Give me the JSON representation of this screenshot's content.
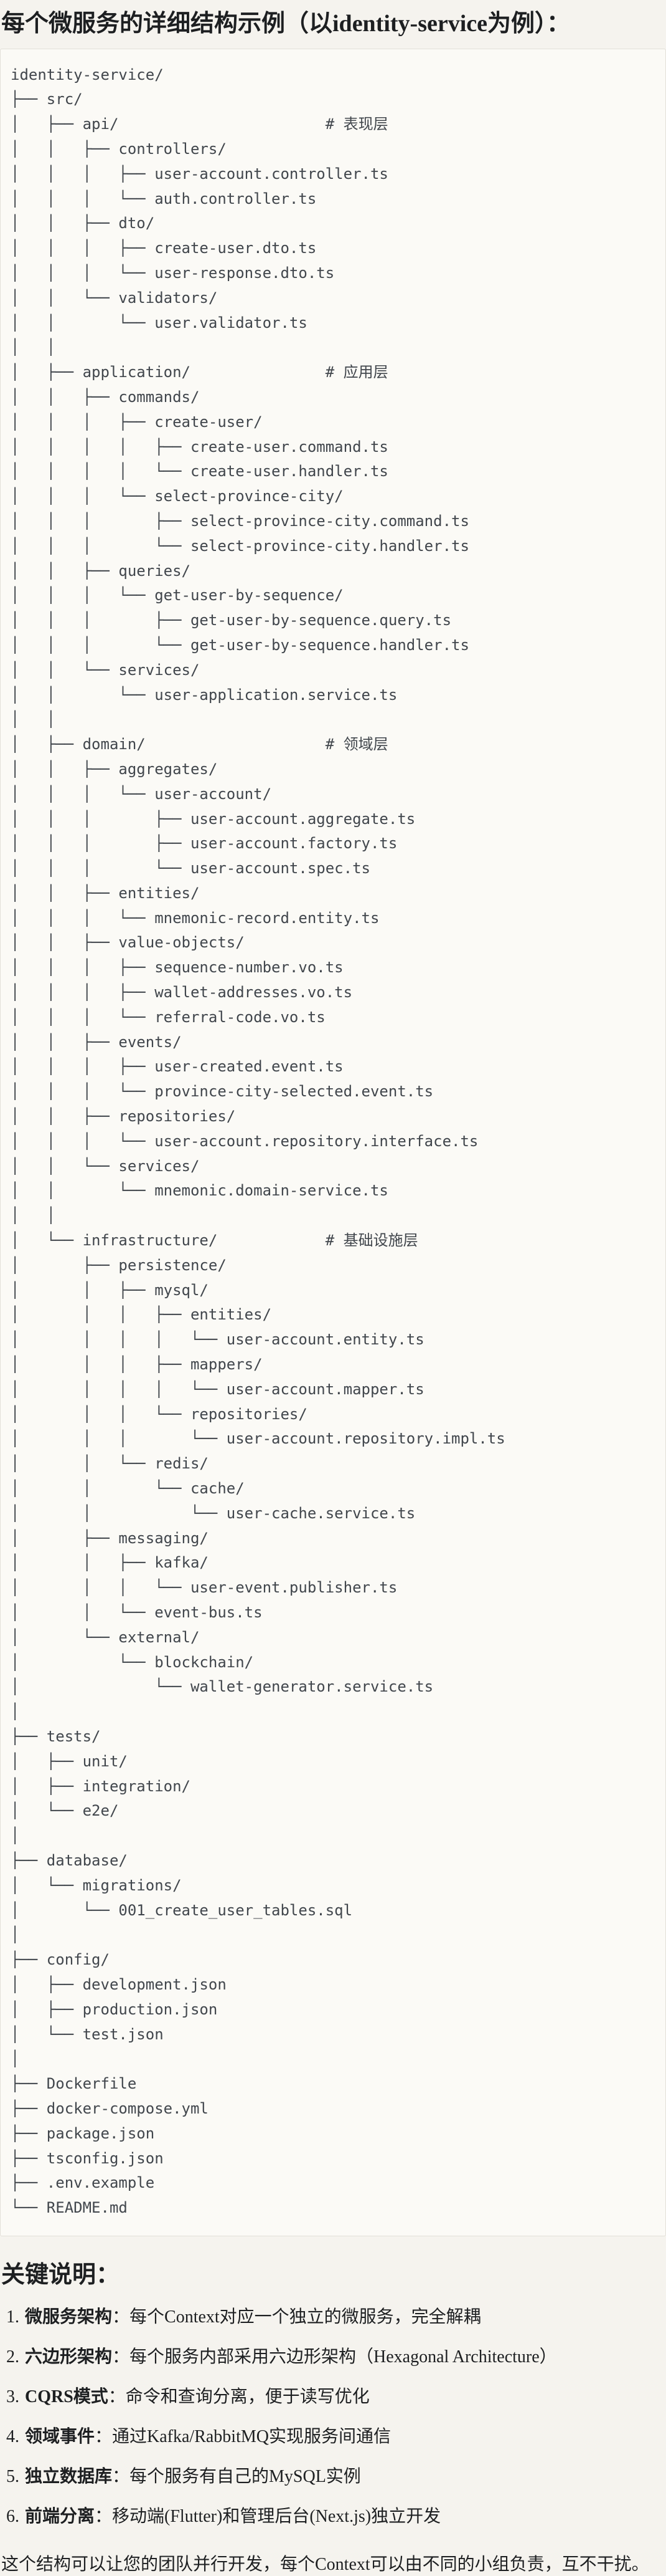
{
  "page": {
    "title": "每个微服务的详细结构示例（以identity-service为例）："
  },
  "code_block": {
    "comment_col": 35,
    "lines": [
      {
        "t": "identity-service/"
      },
      {
        "t": "├── src/"
      },
      {
        "t": "│   ├── api/",
        "c": "# 表现层"
      },
      {
        "t": "│   │   ├── controllers/"
      },
      {
        "t": "│   │   │   ├── user-account.controller.ts"
      },
      {
        "t": "│   │   │   └── auth.controller.ts"
      },
      {
        "t": "│   │   ├── dto/"
      },
      {
        "t": "│   │   │   ├── create-user.dto.ts"
      },
      {
        "t": "│   │   │   └── user-response.dto.ts"
      },
      {
        "t": "│   │   └── validators/"
      },
      {
        "t": "│   │       └── user.validator.ts"
      },
      {
        "t": "│   │"
      },
      {
        "t": "│   ├── application/",
        "c": "# 应用层"
      },
      {
        "t": "│   │   ├── commands/"
      },
      {
        "t": "│   │   │   ├── create-user/"
      },
      {
        "t": "│   │   │   │   ├── create-user.command.ts"
      },
      {
        "t": "│   │   │   │   └── create-user.handler.ts"
      },
      {
        "t": "│   │   │   └── select-province-city/"
      },
      {
        "t": "│   │   │       ├── select-province-city.command.ts"
      },
      {
        "t": "│   │   │       └── select-province-city.handler.ts"
      },
      {
        "t": "│   │   ├── queries/"
      },
      {
        "t": "│   │   │   └── get-user-by-sequence/"
      },
      {
        "t": "│   │   │       ├── get-user-by-sequence.query.ts"
      },
      {
        "t": "│   │   │       └── get-user-by-sequence.handler.ts"
      },
      {
        "t": "│   │   └── services/"
      },
      {
        "t": "│   │       └── user-application.service.ts"
      },
      {
        "t": "│   │"
      },
      {
        "t": "│   ├── domain/",
        "c": "# 领域层"
      },
      {
        "t": "│   │   ├── aggregates/"
      },
      {
        "t": "│   │   │   └── user-account/"
      },
      {
        "t": "│   │   │       ├── user-account.aggregate.ts"
      },
      {
        "t": "│   │   │       ├── user-account.factory.ts"
      },
      {
        "t": "│   │   │       └── user-account.spec.ts"
      },
      {
        "t": "│   │   ├── entities/"
      },
      {
        "t": "│   │   │   └── mnemonic-record.entity.ts"
      },
      {
        "t": "│   │   ├── value-objects/"
      },
      {
        "t": "│   │   │   ├── sequence-number.vo.ts"
      },
      {
        "t": "│   │   │   ├── wallet-addresses.vo.ts"
      },
      {
        "t": "│   │   │   └── referral-code.vo.ts"
      },
      {
        "t": "│   │   ├── events/"
      },
      {
        "t": "│   │   │   ├── user-created.event.ts"
      },
      {
        "t": "│   │   │   └── province-city-selected.event.ts"
      },
      {
        "t": "│   │   ├── repositories/"
      },
      {
        "t": "│   │   │   └── user-account.repository.interface.ts"
      },
      {
        "t": "│   │   └── services/"
      },
      {
        "t": "│   │       └── mnemonic.domain-service.ts"
      },
      {
        "t": "│   │"
      },
      {
        "t": "│   └── infrastructure/",
        "c": "# 基础设施层"
      },
      {
        "t": "│       ├── persistence/"
      },
      {
        "t": "│       │   ├── mysql/"
      },
      {
        "t": "│       │   │   ├── entities/"
      },
      {
        "t": "│       │   │   │   └── user-account.entity.ts"
      },
      {
        "t": "│       │   │   ├── mappers/"
      },
      {
        "t": "│       │   │   │   └── user-account.mapper.ts"
      },
      {
        "t": "│       │   │   └── repositories/"
      },
      {
        "t": "│       │   │       └── user-account.repository.impl.ts"
      },
      {
        "t": "│       │   └── redis/"
      },
      {
        "t": "│       │       └── cache/"
      },
      {
        "t": "│       │           └── user-cache.service.ts"
      },
      {
        "t": "│       ├── messaging/"
      },
      {
        "t": "│       │   ├── kafka/"
      },
      {
        "t": "│       │   │   └── user-event.publisher.ts"
      },
      {
        "t": "│       │   └── event-bus.ts"
      },
      {
        "t": "│       └── external/"
      },
      {
        "t": "│           └── blockchain/"
      },
      {
        "t": "│               └── wallet-generator.service.ts"
      },
      {
        "t": "│"
      },
      {
        "t": "├── tests/"
      },
      {
        "t": "│   ├── unit/"
      },
      {
        "t": "│   ├── integration/"
      },
      {
        "t": "│   └── e2e/"
      },
      {
        "t": "│"
      },
      {
        "t": "├── database/"
      },
      {
        "t": "│   └── migrations/"
      },
      {
        "t": "│       └── 001_create_user_tables.sql"
      },
      {
        "t": "│"
      },
      {
        "t": "├── config/"
      },
      {
        "t": "│   ├── development.json"
      },
      {
        "t": "│   ├── production.json"
      },
      {
        "t": "│   └── test.json"
      },
      {
        "t": "│"
      },
      {
        "t": "├── Dockerfile"
      },
      {
        "t": "├── docker-compose.yml"
      },
      {
        "t": "├── package.json"
      },
      {
        "t": "├── tsconfig.json"
      },
      {
        "t": "├── .env.example"
      },
      {
        "t": "└── README.md"
      }
    ]
  },
  "notes": {
    "heading": "关键说明：",
    "items": [
      {
        "num": "1.",
        "term": "微服务架构",
        "rest": "：每个Context对应一个独立的微服务，完全解耦"
      },
      {
        "num": "2.",
        "term": "六边形架构",
        "rest": "：每个服务内部采用六边形架构（Hexagonal Architecture）"
      },
      {
        "num": "3.",
        "term": "CQRS模式",
        "rest": "：命令和查询分离，便于读写优化"
      },
      {
        "num": "4.",
        "term": "领域事件",
        "rest": "：通过Kafka/RabbitMQ实现服务间通信"
      },
      {
        "num": "5.",
        "term": "独立数据库",
        "rest": "：每个服务有自己的MySQL实例"
      },
      {
        "num": "6.",
        "term": "前端分离",
        "rest": "：移动端(Flutter)和管理后台(Next.js)独立开发"
      }
    ],
    "closing": "这个结构可以让您的团队并行开发，每个Context可以由不同的小组负责，互不干扰。"
  },
  "colors": {
    "page_bg": "#f5f3ee",
    "code_bg": "#fbfaf6",
    "code_border": "#e2e0d9",
    "tree_text": "#41464c",
    "body_text": "#1d1f21"
  }
}
